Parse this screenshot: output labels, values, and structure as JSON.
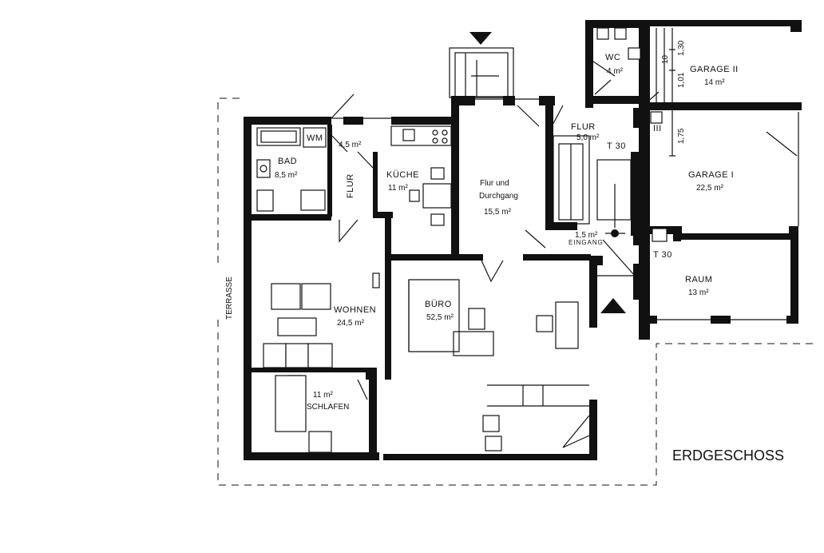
{
  "title": "ERDGESCHOSS",
  "terrace": "TERRASSE",
  "rooms": {
    "bad": {
      "name": "BAD",
      "area": "8,5 m²"
    },
    "wm": {
      "name": "WM"
    },
    "flur_small": {
      "name": "FLUR",
      "area": "4,5 m²"
    },
    "kueche": {
      "name": "KÜCHE",
      "area": "11 m²"
    },
    "flur_durchgang": {
      "name_line1": "Flur und",
      "name_line2": "Durchgang",
      "area": "15,5 m²"
    },
    "wc": {
      "name": "WC",
      "area": "4 m²"
    },
    "flur_main": {
      "name": "FLUR",
      "area": "5,0 m²"
    },
    "garage_2": {
      "name": "GARAGE II",
      "area": "14 m²"
    },
    "garage_1": {
      "name": "GARAGE I",
      "area": "22,5 m²"
    },
    "eingang": {
      "name": "EINGANG",
      "area": "1,5 m²"
    },
    "raum": {
      "name": "RAUM",
      "area": "13 m²"
    },
    "wohnen": {
      "name": "WOHNEN",
      "area": "24,5 m²"
    },
    "buero": {
      "name": "BÜRO",
      "area": "52,5 m²"
    },
    "schlafen": {
      "name": "SCHLAFEN",
      "area": "11 m²"
    }
  },
  "door_ratings": {
    "t30_flur": "T 30",
    "t30_raum": "T 30",
    "t30_garage": "III"
  },
  "dimensions": [
    "1,30",
    "1,01",
    "10",
    "1,75"
  ]
}
